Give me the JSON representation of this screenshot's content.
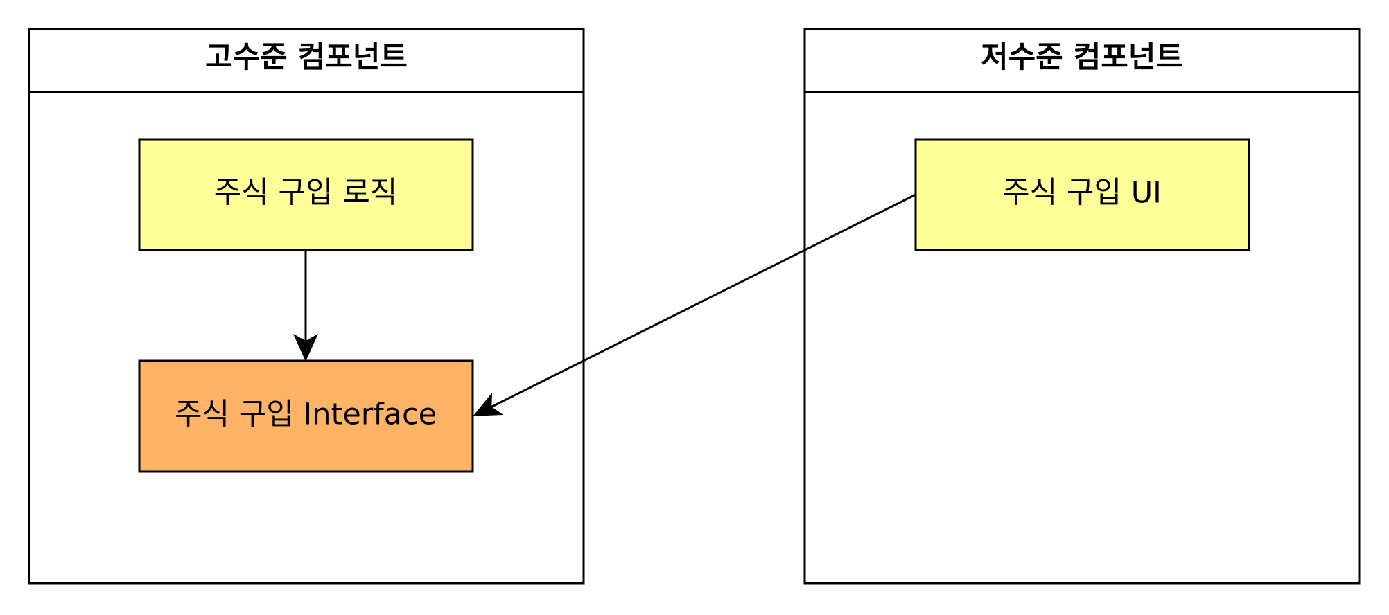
{
  "diagram": {
    "containers": {
      "high": {
        "title": "고수준 컴포넌트"
      },
      "low": {
        "title": "저수준 컴포넌트"
      }
    },
    "boxes": {
      "buy_logic": {
        "label": "주식 구입 로직",
        "fill": "#FFFF99"
      },
      "buy_interface": {
        "label": "주식 구입 Interface",
        "fill": "#FFB366"
      },
      "buy_ui": {
        "label": "주식 구입 UI",
        "fill": "#FFFF99"
      }
    },
    "edges": [
      {
        "from": "주식 구입 로직",
        "to": "주식 구입 Interface"
      },
      {
        "from": "주식 구입 UI",
        "to": "주식 구입 Interface"
      }
    ],
    "colors": {
      "stroke": "#000000",
      "background": "#FFFFFF"
    }
  }
}
